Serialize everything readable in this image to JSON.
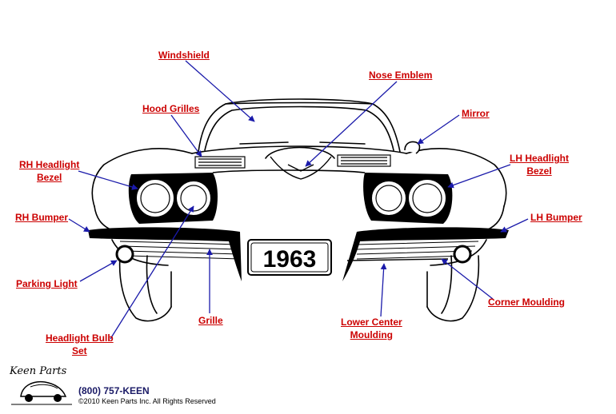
{
  "labels": {
    "windshield": "Windshield",
    "nose_emblem": "Nose Emblem",
    "hood_grilles": "Hood Grilles",
    "mirror": "Mirror",
    "rh_headlight_bezel_1": "RH Headlight",
    "rh_headlight_bezel_2": "Bezel",
    "lh_headlight_bezel_1": "LH Headlight",
    "lh_headlight_bezel_2": "Bezel",
    "rh_bumper": "RH Bumper",
    "lh_bumper": "LH Bumper",
    "parking_light": "Parking Light",
    "grille": "Grille",
    "headlight_bulb_set_1": "Headlight Bulb",
    "headlight_bulb_set_2": "Set",
    "lower_center_moulding_1": "Lower Center",
    "lower_center_moulding_2": "Moulding",
    "corner_moulding": "Corner Moulding"
  },
  "plate": {
    "text": "1963"
  },
  "footer": {
    "logo_text": "Keen Parts",
    "phone": "(800) 757-KEEN",
    "copyright": "©2010 Keen Parts Inc. All Rights Reserved"
  },
  "colors": {
    "label": "#cc0000",
    "leader": "#1a1aaa",
    "drawing": "#000000"
  }
}
